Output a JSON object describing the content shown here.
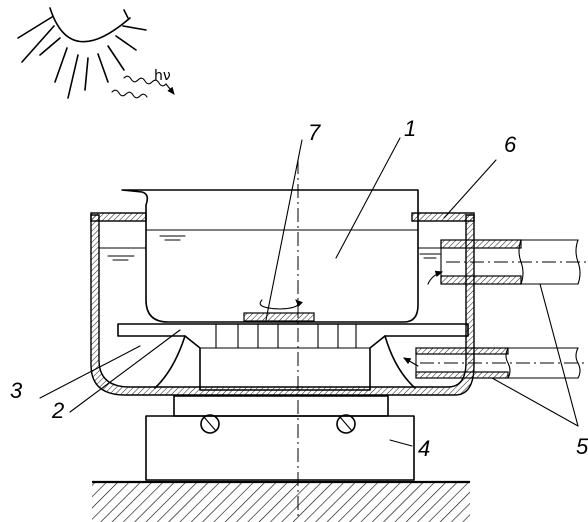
{
  "diagram": {
    "radiation_label": "hν",
    "callouts": [
      {
        "id": "1",
        "text": "1"
      },
      {
        "id": "2",
        "text": "2"
      },
      {
        "id": "3",
        "text": "3"
      },
      {
        "id": "4",
        "text": "4"
      },
      {
        "id": "5",
        "text": "5"
      },
      {
        "id": "6",
        "text": "6"
      },
      {
        "id": "7",
        "text": "7"
      }
    ],
    "icons": [
      "sun-icon",
      "radiation-wave-icon",
      "flow-arrow-icon",
      "rotation-arrow-icon"
    ]
  }
}
